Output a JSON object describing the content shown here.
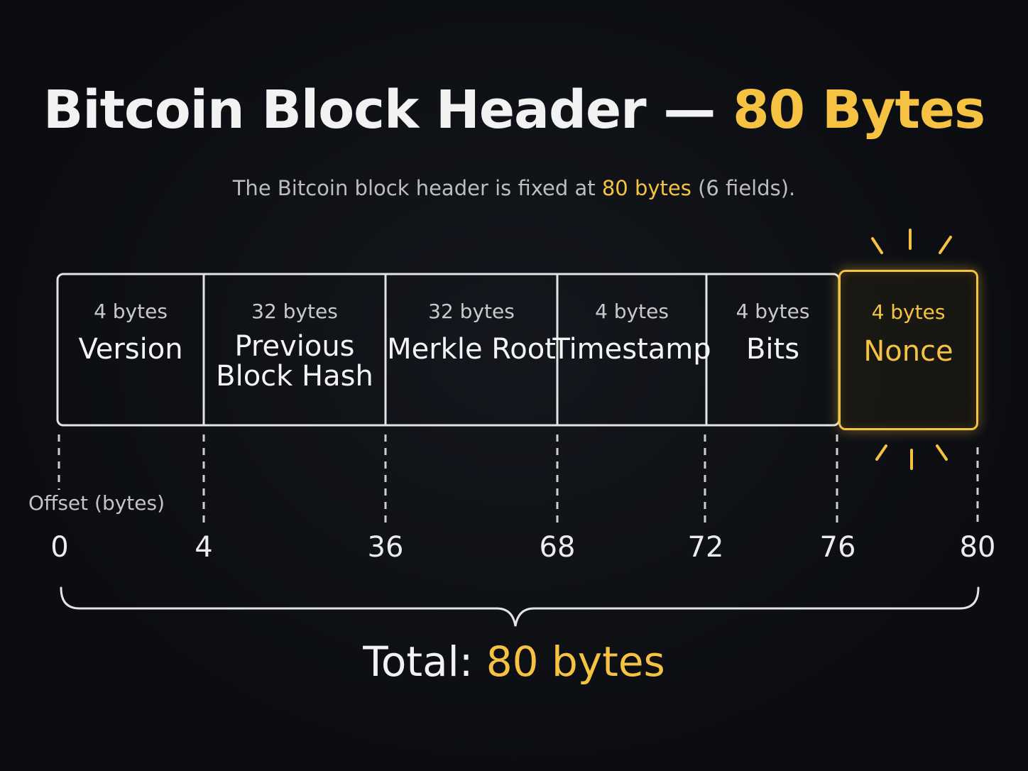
{
  "title": {
    "main": "Bitcoin Block Header — ",
    "accent": "80 Bytes"
  },
  "subtitle": {
    "before": "The Bitcoin block header is fixed at ",
    "accent": "80 bytes",
    "after": " (6 fields)."
  },
  "fields": [
    {
      "size": "4 bytes",
      "name": "Version"
    },
    {
      "size": "32 bytes",
      "name": "Previous\nBlock Hash"
    },
    {
      "size": "32 bytes",
      "name": "Merkle Root"
    },
    {
      "size": "4 bytes",
      "name": "Timestamp"
    },
    {
      "size": "4 bytes",
      "name": "Bits"
    },
    {
      "size": "4 bytes",
      "name": "Nonce",
      "highlighted": true
    }
  ],
  "offset_caption": "Offset (bytes)",
  "offsets": [
    "0",
    "4",
    "36",
    "68",
    "72",
    "76",
    "80"
  ],
  "total": {
    "label": "Total: ",
    "accent": "80 bytes"
  },
  "colors": {
    "background": "#0b0d11",
    "foreground": "#ececec",
    "accent": "#f5c242"
  }
}
